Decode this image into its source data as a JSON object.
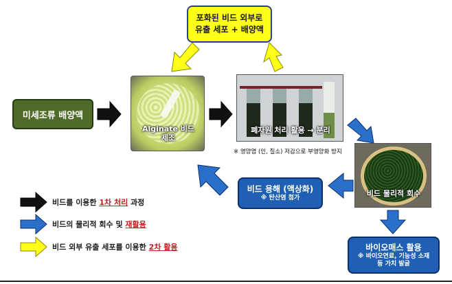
{
  "yellow_box": {
    "line1": "포화된 비드 외부로",
    "line2": "유출 세포 + 배양액"
  },
  "culture_box": {
    "label": "미세조류 배양액"
  },
  "photo_alginate": {
    "label1": "Alginate 비드",
    "label2": "제조"
  },
  "photo_treatment": {
    "label": "폐자원 처리 활용 → 분리"
  },
  "photo_recovery": {
    "label": "비드 물리적 회수"
  },
  "nutrient_note": "※ 영양염 (인, 질소) 저감으로 부영양화 방지",
  "dissolve_box": {
    "title": "비드 용해 (액상화)",
    "note": "※ 탄산염 첨가"
  },
  "biomass_box": {
    "title": "바이오매스 활용",
    "note1": "※ 바이오연료, 기능성 소재",
    "note2": "등 가치 발굴"
  },
  "legend": [
    {
      "pre": "비드를 이용한 ",
      "hl": "1차 처리",
      "post": " 과정",
      "arrow_color": "black"
    },
    {
      "pre": "비드의 물리적 회수 및 ",
      "hl": "재활용",
      "post": "",
      "arrow_color": "blue"
    },
    {
      "pre": "비드 외부 유출 세포를 이용한 ",
      "hl": "2차 활용",
      "post": "",
      "arrow_color": "yellow"
    }
  ],
  "colors": {
    "yellow": "#ffff1a",
    "blue": "#1f5fb4",
    "green": "#4f6b2a",
    "black": "#111111",
    "highlight": "#c0201f"
  }
}
